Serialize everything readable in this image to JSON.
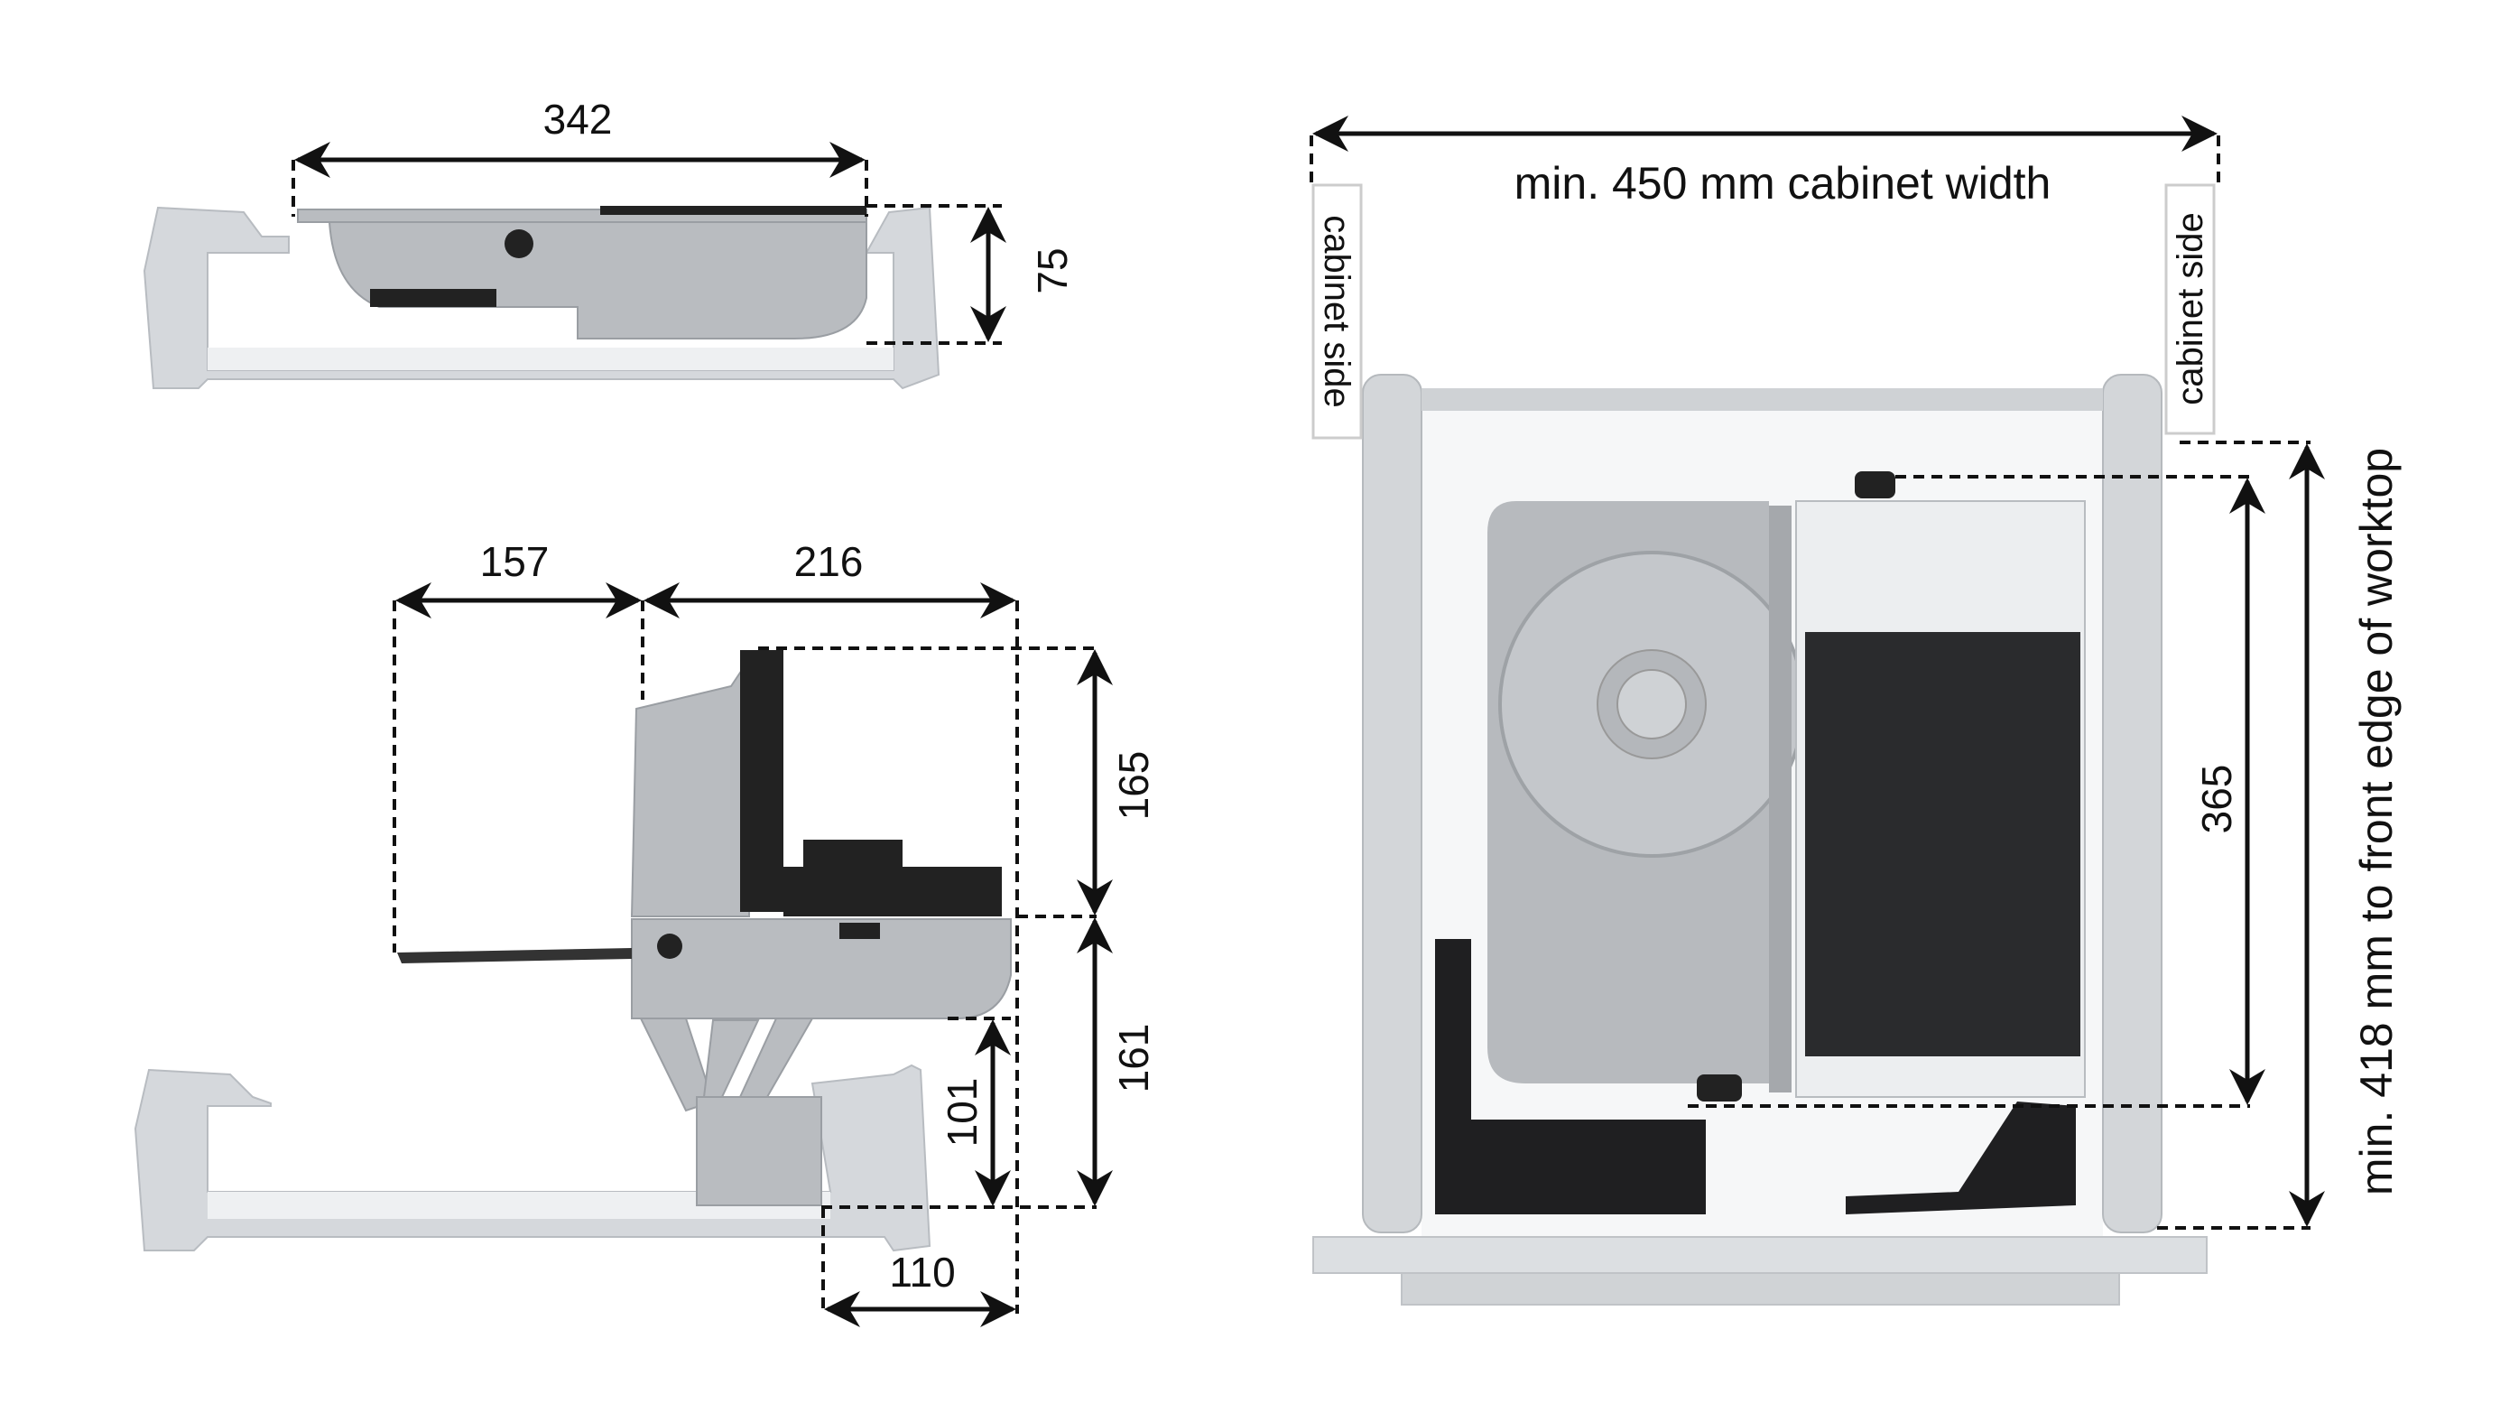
{
  "top_view": {
    "width_label": "342",
    "height_label": "75"
  },
  "side_view": {
    "carriage_extension_label": "157",
    "depth_label": "216",
    "upper_height_label": "165",
    "lower_height_label": "161",
    "mechanism_height_label": "101",
    "mechanism_depth_label": "110"
  },
  "drawer_view": {
    "cabinet_width_label": "min. 450 mm cabinet width",
    "cabinet_side_left": "cabinet side",
    "cabinet_side_right": "cabinet side",
    "slicer_depth_label": "365",
    "worktop_label": "min. 418 mm to front edge of worktop"
  }
}
